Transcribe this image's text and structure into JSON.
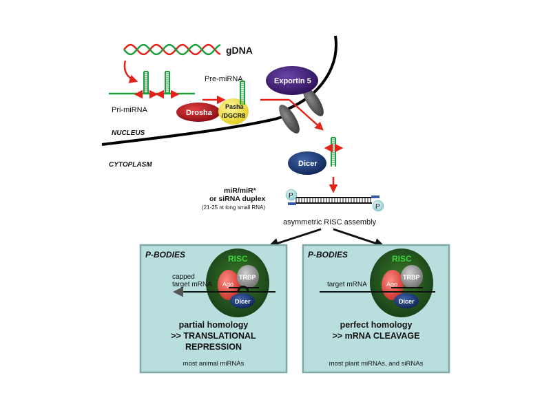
{
  "labels": {
    "gdna": "gDNA",
    "pre_mirna": "Pre-miRNA",
    "pri_mirna": "Pri-miRNA",
    "exportin": "Exportin 5",
    "drosha": "Drosha",
    "pasha_line1": "Pasha",
    "pasha_line2": "/DGCR8",
    "nucleus": "NUCLEUS",
    "cytoplasm": "CYTOPLASM",
    "dicer": "Dicer",
    "duplex_line1": "miR/miR*",
    "duplex_line2": "or siRNA duplex",
    "duplex_line3": "(21-25 nt long small RNA)",
    "phosphate": "P",
    "risc_assembly": "asymmetric RISC assembly"
  },
  "panels": [
    {
      "heading": "P-BODIES",
      "risc": "RISC",
      "ago": "Ago",
      "trbp": "TRBP",
      "dicer": "Dicer",
      "target_line1": "capped",
      "target_line2": "target mRNA",
      "outcome_line1": "partial homology",
      "outcome_line2": ">> TRANSLATIONAL",
      "outcome_line3": "REPRESSION",
      "note": "most animal miRNAs"
    },
    {
      "heading": "P-BODIES",
      "risc": "RISC",
      "ago": "Ago",
      "trbp": "TRBP",
      "dicer": "Dicer",
      "target_line1": "",
      "target_line2": "target mRNA",
      "outcome_line1": "perfect homology",
      "outcome_line2": ">> mRNA CLEAVAGE",
      "outcome_line3": "",
      "note": "most plant miRNAs, and siRNAs"
    }
  ],
  "colors": {
    "rna_green": "#1e9e3c",
    "arrow_red": "#e2231a",
    "panel_fill": "#b9dede",
    "panel_border": "#7fa8a8",
    "exportin": "#3c1a6e",
    "dicer": "#1a3a78",
    "drosha": "#b3121a",
    "pasha": "#f2e33a",
    "risc_outer": "#1f5a1f",
    "ago": "#e0473f",
    "trbp": "#8a8a8a",
    "phosphate": "#a8d8dc"
  }
}
